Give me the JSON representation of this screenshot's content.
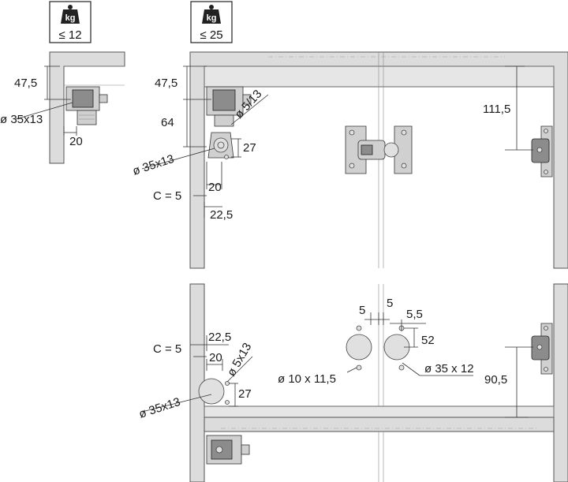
{
  "weight_badges": [
    {
      "unit": "kg",
      "limit": "≤ 12"
    },
    {
      "unit": "kg",
      "limit": "≤ 25"
    }
  ],
  "dimensions": {
    "a_47_5": "47,5",
    "a_d35x13": "ø 35x13",
    "a_20": "20",
    "b_47_5": "47,5",
    "b_64": "64",
    "b_d5_13": "ø 5/13",
    "b_27": "27",
    "b_d35x13": "ø 35x13",
    "b_20": "20",
    "b_c5": "C = 5",
    "b_22_5": "22,5",
    "c_111_5": "111,5",
    "d_22_5": "22,5",
    "d_c5": "C = 5",
    "d_20": "20",
    "d_d5x13": "ø 5x13",
    "d_d35x13": "ø 35x13",
    "d_27": "27",
    "e_5a": "5",
    "e_5b": "5",
    "e_5_5": "5,5",
    "e_52": "52",
    "e_d10": "ø 10 x 11,5",
    "e_d35x12": "ø 35 x 12",
    "e_90_5": "90,5"
  }
}
